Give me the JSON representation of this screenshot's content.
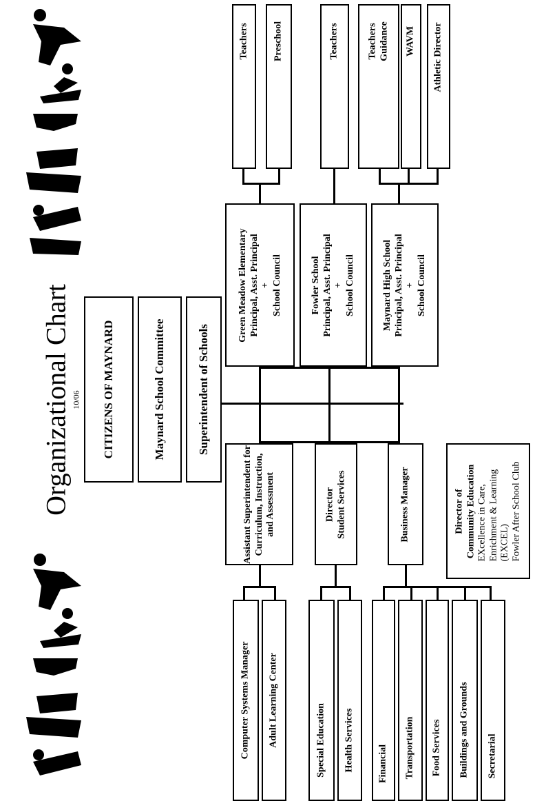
{
  "title": "Organizational Chart",
  "date": "10/06",
  "top": {
    "citizens": "CITIZENS OF MAYNARD",
    "committee": "Maynard School Committee",
    "superintendent": "Superintendent of Schools"
  },
  "schools": [
    {
      "lines": [
        "Green Meadow Elementary",
        "Principal, Asst. Principal",
        "+",
        "School Council"
      ],
      "children": [
        "Teachers",
        "Preschool"
      ]
    },
    {
      "lines": [
        "Fowler School",
        "Principal, Asst. Principal",
        "+",
        "School Council"
      ],
      "children": [
        "Teachers"
      ]
    },
    {
      "lines": [
        "Maynard High School",
        "Principal, Asst. Principal",
        "+",
        "School Council"
      ],
      "children": [
        "Teachers Guidance",
        "WAVM",
        "Athletic Director"
      ]
    }
  ],
  "admin": [
    {
      "lines": [
        "Assistant Superintendent for",
        "Curriculum, Instruction,",
        "and Assessment"
      ],
      "children": [
        "Computer Systems Manager",
        "Adult Learning Center"
      ]
    },
    {
      "lines": [
        "Director",
        "Student Services"
      ],
      "children": [
        "Special Education",
        "Health Services"
      ]
    },
    {
      "lines": [
        "Business Manager"
      ],
      "children": [
        "Financial",
        "Transportation",
        "Food Services",
        "Buildings and Grounds",
        "Secretarial"
      ]
    },
    {
      "bold_lines": [
        "Director of",
        "Community Education"
      ],
      "plain_lines": [
        "EXcellence in Care,",
        "Enrichment & Learning",
        "(EXCEL)",
        "Fowler After School Club"
      ]
    }
  ],
  "colors": {
    "ink": "#000000",
    "background": "#ffffff"
  }
}
